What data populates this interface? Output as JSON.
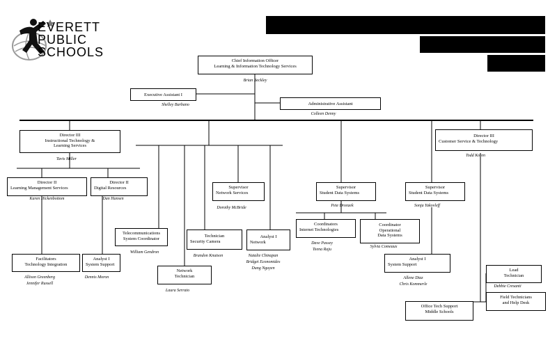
{
  "logo": {
    "lines": [
      "EVERETT",
      "PUBLIC",
      "SCHOOLS"
    ]
  },
  "org": {
    "cio": {
      "title1": "Chief Information Officer",
      "title2": "Learning & Information Technology Services",
      "name": "Brian Beckley"
    },
    "exec_assistant": {
      "title1": "Executive Assistant I",
      "name": "Shelley Barbano"
    },
    "admin_assistant": {
      "title1": "Administrative Assistant",
      "name": "Colleen Denny"
    },
    "director_itls": {
      "title1": "Director III",
      "title2": "Instructional Technology &",
      "title3": "Learning Services",
      "name": "Tavis Miller"
    },
    "director_lms": {
      "title1": "Director II",
      "title2": "Learning Management Services",
      "name": "Karen Hickenbottom"
    },
    "director_digital": {
      "title1": "Director II",
      "title2": "Digital Resources",
      "name": "Dan Hansen"
    },
    "facilitators": {
      "title1": "Facilitators",
      "title2": "Technology Integration",
      "names": [
        "Allison Greenberg",
        "Jennifer Russell"
      ]
    },
    "analyst_digital": {
      "title1": "Analyst I",
      "title2": "System Support",
      "name": "Dennis Moron"
    },
    "telecom": {
      "title1": "Telecommunications",
      "title2": "System Coordinator",
      "name": "William Gendron"
    },
    "network_tech": {
      "title1": "Network",
      "title2": "Technician",
      "name": "Laura Serrato"
    },
    "security_tech": {
      "title1": "Technician",
      "title2": "Security Camera",
      "name": "Brandon Knutson"
    },
    "supervisor_network": {
      "title1": "Supervisor",
      "title2": "Network Services",
      "name": "Dorothy McBride"
    },
    "analyst_network": {
      "title1": "Analyst I",
      "title2": "Network",
      "names": [
        "Natalie Chinapan",
        "Bridget Economides",
        "Dung Nguyen"
      ]
    },
    "supervisor_sds_left": {
      "title1": "Supervisor",
      "title2": "Student Data Systems",
      "name": "Pete Dronzek"
    },
    "coord_internet": {
      "title1": "Coordinators",
      "title2": "Internet Technologies",
      "names": [
        "Dave Passey",
        "Teena Raju"
      ]
    },
    "coord_ops": {
      "title1": "Coordinator",
      "title2": "Operational",
      "title3": "Data Systems",
      "name": "Sylvia Comeaux"
    },
    "supervisor_sds_right": {
      "title1": "Supervisor",
      "title2": "Student Data Systems",
      "name": "Sonja Yakovleff"
    },
    "analyst_sds": {
      "title1": "Analyst I",
      "title2": "System Support",
      "names": [
        "Allene Diaz",
        "Chris Kommerle"
      ]
    },
    "director_customer": {
      "title1": "Director III",
      "title2": "Customer Service & Technology",
      "name": "Todd Koren"
    },
    "lead_tech": {
      "title1": "Lead",
      "title2": "Technician",
      "name": "Debbie Cresanti"
    },
    "field_tech": {
      "title1": "Field Technicians",
      "title2": "and Help Desk"
    },
    "office_tech": {
      "title1": "Office Tech Support",
      "title2": "Middle Schools"
    }
  }
}
